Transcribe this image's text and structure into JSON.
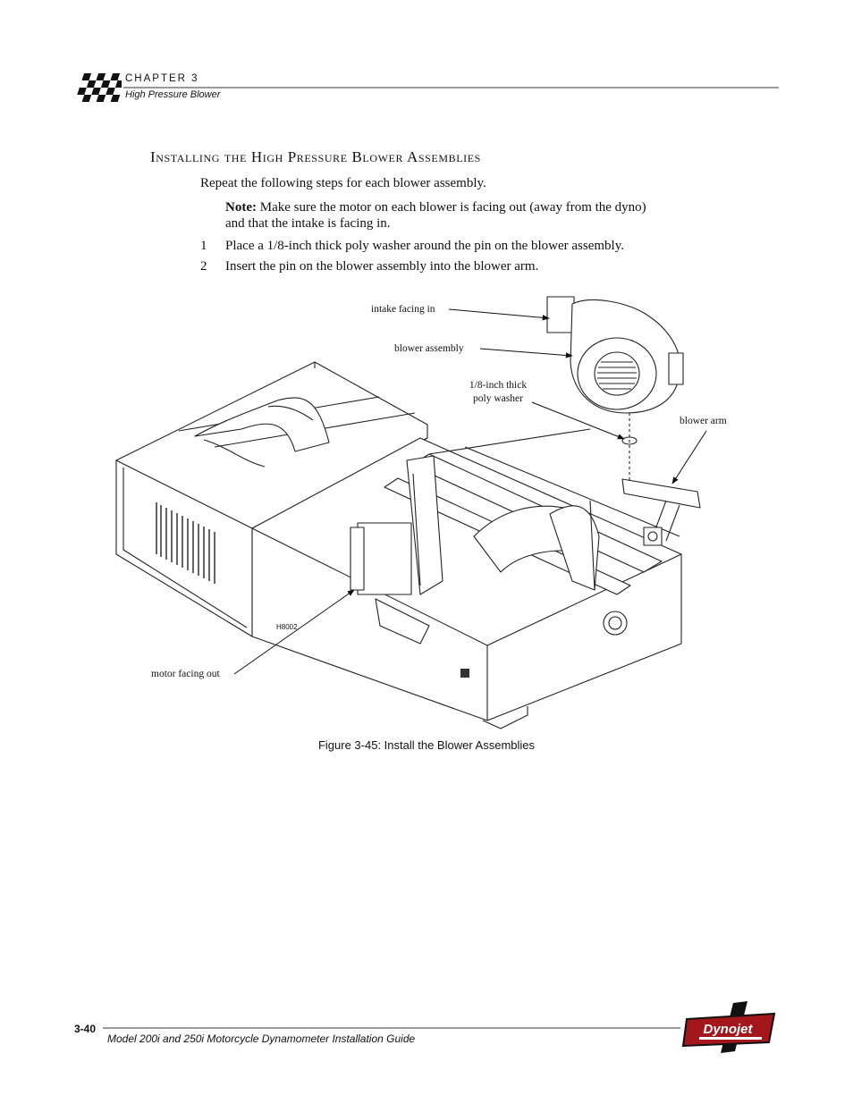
{
  "header": {
    "chapter": "CHAPTER 3",
    "chapter_title": "High Pressure Blower",
    "logo_icon": "checkered-flag-icon"
  },
  "section": {
    "title": "Installing the High Pressure Blower Assemblies"
  },
  "content": {
    "intro": "Repeat the following steps for each blower assembly.",
    "note_label": "Note:",
    "note_text_1": " Make sure the motor on each blower is facing out (away from the dyno)",
    "note_text_2": "and that the intake is facing in.",
    "steps": [
      {
        "num": "1",
        "text": "Place a 1/8-inch thick poly washer around the pin on the blower assembly."
      },
      {
        "num": "2",
        "text": "Insert the pin on the blower assembly into the blower arm."
      }
    ]
  },
  "figure": {
    "labels": {
      "intake": "intake facing in",
      "blower": "blower assembly",
      "washer_1": "1/8-inch thick",
      "washer_2": "poly washer",
      "arm": "blower arm",
      "motor": "motor facing out",
      "drawing_id": "H8002"
    },
    "caption": "Figure 3-45: Install the Blower Assemblies"
  },
  "footer": {
    "page_number": "3-40",
    "doc_title": "Model 200i and 250i Motorcycle Dynamometer Installation Guide",
    "logo_text": "Dynojet",
    "logo_icon": "dynojet-logo-icon"
  }
}
